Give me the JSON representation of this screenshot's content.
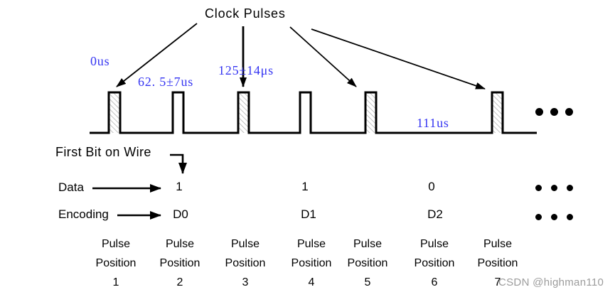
{
  "title": "Clock Pulses",
  "timing": {
    "t0": "0us",
    "t1": "62. 5±7us",
    "t2": "125±14μs",
    "gap": "111us"
  },
  "labels": {
    "first_bit": "First Bit on Wire",
    "data": "Data",
    "encoding": "Encoding"
  },
  "data_row": [
    "1",
    "1",
    "0"
  ],
  "encoding_row": [
    "D0",
    "D1",
    "D2"
  ],
  "pulse_positions": [
    {
      "word1": "Pulse",
      "word2": "Position",
      "num": "1"
    },
    {
      "word1": "Pulse",
      "word2": "Position",
      "num": "2"
    },
    {
      "word1": "Pulse",
      "word2": "Position",
      "num": "3"
    },
    {
      "word1": "Pulse",
      "word2": "Position",
      "num": "4"
    },
    {
      "word1": "Pulse",
      "word2": "Position",
      "num": "5"
    },
    {
      "word1": "Pulse",
      "word2": "Position",
      "num": "6"
    },
    {
      "word1": "Pulse",
      "word2": "Position",
      "num": "7"
    }
  ],
  "waveform": {
    "clock_pulse_positions": [
      1,
      3,
      5,
      7
    ],
    "data_pulse_positions": [
      2,
      4
    ],
    "empty_positions": [
      6
    ],
    "hatched_pulses": "clock",
    "bits_shown": {
      "D0": "1",
      "D1": "1",
      "D2": "0"
    }
  },
  "symbols": {
    "ellipsis": "●●●"
  },
  "colors": {
    "timing_text": "#3434f2",
    "ink": "#000000",
    "watermark": "#9c9c9c"
  },
  "watermark": "CSDN @highman110"
}
